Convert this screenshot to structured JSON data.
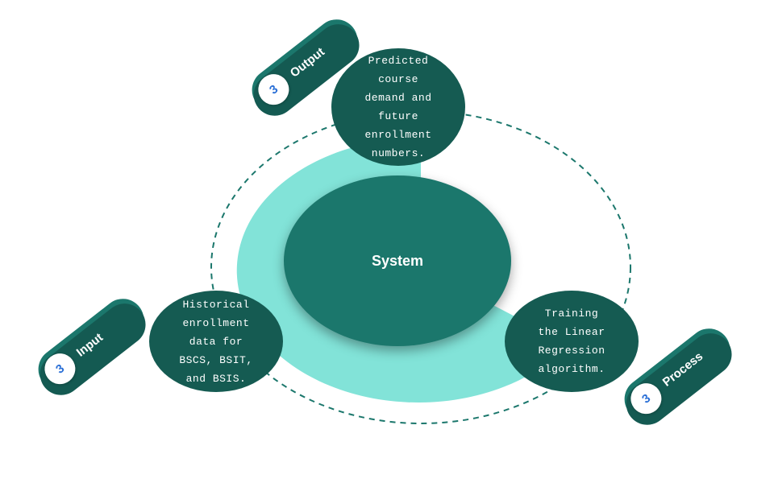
{
  "center": {
    "label": "System"
  },
  "output": {
    "badge": "3",
    "label": "Output",
    "text": "Predicted\ncourse\ndemand and\nfuture\nenrollment\nnumbers."
  },
  "input": {
    "badge": "3",
    "label": "Input",
    "text": "Historical\nenrollment\ndata for\nBSCS, BSIT,\nand BSIS."
  },
  "process": {
    "badge": "3",
    "label": "Process",
    "text": "Training\nthe Linear\nRegression\nalgorithm."
  },
  "colors": {
    "dark_teal": "#155b52",
    "teal": "#1b776c",
    "light_teal": "#82e3d8",
    "badge_text": "#2a6fd6"
  }
}
